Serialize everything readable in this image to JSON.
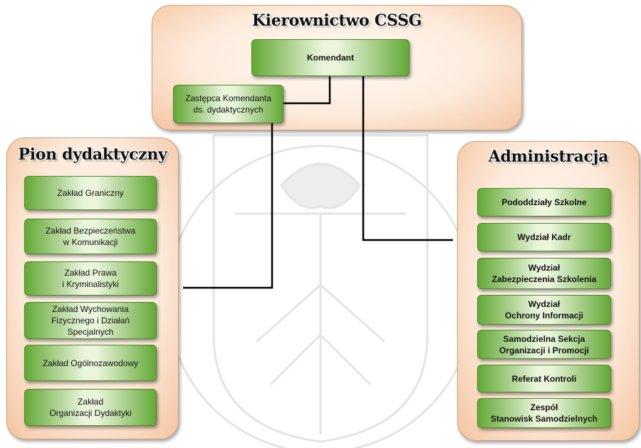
{
  "top": {
    "title": "Kierownictwo CSSG",
    "komendant": "Komendant",
    "deputy": "Zastępca Komendanta\nds. dydaktycznych"
  },
  "left": {
    "title": "Pion dydaktyczny",
    "items": [
      "Zakład Graniczny",
      "Zakład Bezpieczeństwa\nw Komunikacji",
      "Zakład Prawa\ni Kryminalistyki",
      "Zakład Wychowania\nFizycznego i Działań\nSpecjalnych",
      "Zakład Ogólnozawodowy",
      "Zakład\nOrganizacji Dydaktyki"
    ]
  },
  "right": {
    "title": "Administracja",
    "items": [
      "Pododdziały  Szkolne",
      "Wydział Kadr",
      "Wydział\nZabezpieczenia Szkolenia",
      "Wydział\nOchrony Informacji",
      "Samodzielna Sekcja\nOrganizacji i Promocji",
      "Referat Kontroli",
      "Zespół\nStanowisk Samodzielnych"
    ]
  }
}
